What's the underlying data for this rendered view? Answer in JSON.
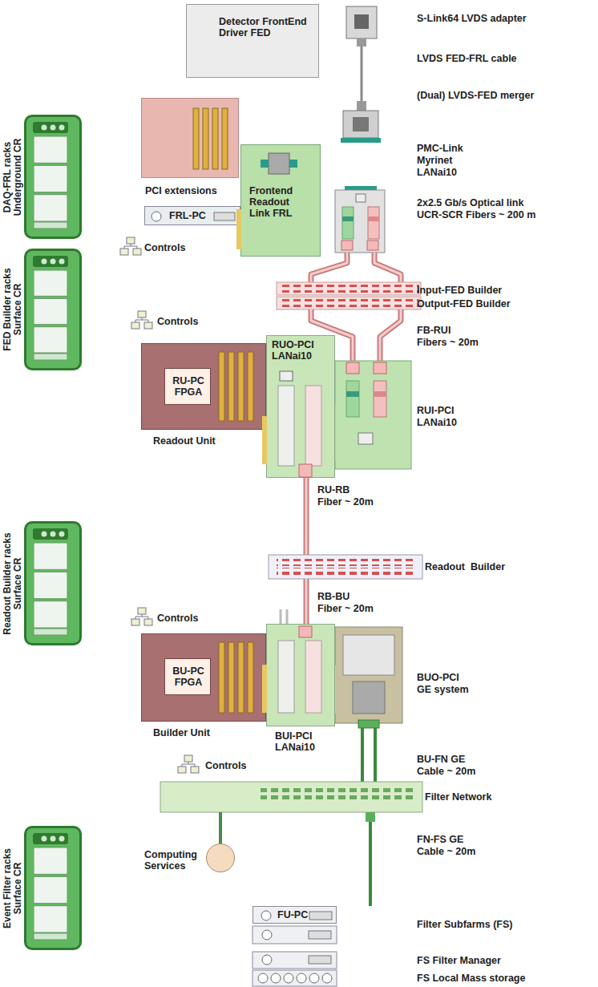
{
  "diagram": {
    "nodes": [
      {
        "text": [
          "Detector FrontEnd Driver FED"
        ]
      },
      {
        "text": [
          "DAQ-FRL racks Underground CR"
        ]
      },
      {
        "text": [
          "FED Builder racks Surface CR"
        ]
      },
      {
        "text": [
          "Readout Builder racks Surface CR"
        ]
      },
      {
        "text": [
          "Event Filter racks Surface CR"
        ]
      },
      {
        "text": [
          "PCI extensions"
        ]
      },
      {
        "text": [
          "FRL-PC"
        ]
      },
      {
        "text": [
          "Frontend Readout Link FRL"
        ]
      },
      {
        "text": [
          "Readout Unit"
        ]
      },
      {
        "text": [
          "RU-PC FPGA"
        ],
        "in": 8
      },
      {
        "text": [
          "RUO-PCI LANai10"
        ]
      },
      {
        "text": [
          "Builder Unit"
        ]
      },
      {
        "text": [
          "BU-PC FPGA"
        ],
        "in": 11
      },
      {
        "text": [
          "BUI-PCI LANai10"
        ]
      },
      {
        "text": [
          "Computing Services"
        ]
      },
      {
        "text": [
          "FU-PC"
        ]
      }
    ],
    "labels": [
      "S-Link64 LVDS adapter",
      "LVDS FED-FRL cable",
      "(Dual) LVDS-FED merger",
      "PMC-Link",
      "Myrinet",
      "LANai10",
      "2x2.5 Gb/s Optical link",
      "UCR-SCR Fibers ~ 200 m",
      "Input-FED Builder",
      "Output-FED Builder",
      "FB-RUI",
      "Fibers ~ 20m",
      "RUI-PCI",
      "LANai10",
      "RU-RB",
      "Fiber ~ 20m",
      "Readout  Builder",
      "RB-BU",
      "Fiber ~ 20m",
      "BUO-PCI",
      "GE system",
      "BU-FN GE",
      "Cable ~ 20m",
      "Filter Network",
      "FN-FS GE",
      "Cable ~ 20m",
      "Filter Subfarms (FS)",
      "FS Filter Manager",
      "FS Local Mass storage",
      "Controls",
      "Controls",
      "Controls",
      "Controls"
    ]
  }
}
